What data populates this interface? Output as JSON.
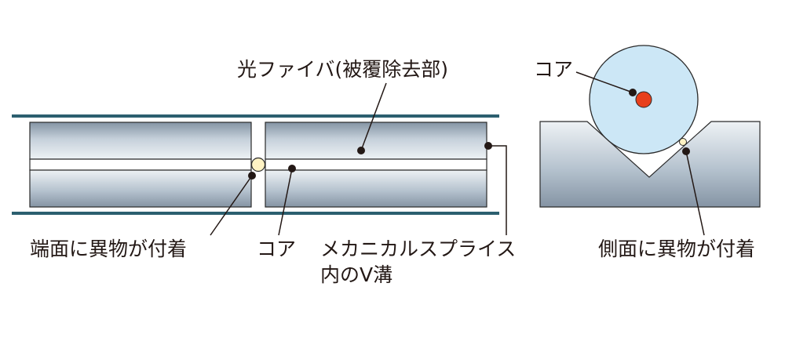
{
  "labels": {
    "fiber_stripped": "光ファイバ(被覆除去部)",
    "end_face_contamination": "端面に異物が付着",
    "core_left": "コア",
    "v_groove_line1": "メカニカルスプライス",
    "v_groove_line2": "内のV溝",
    "core_right": "コア",
    "side_contamination": "側面に異物が付着"
  },
  "colors": {
    "rail": "#2c5f6f",
    "block_top": "#bcc8d3",
    "block_dark": "#e7edf2",
    "core_band": "#ffffff",
    "fiber_circle": "#cce7f6",
    "core_dot": "#e8401c",
    "particle": "#fff3c4",
    "leader": "#231815"
  }
}
